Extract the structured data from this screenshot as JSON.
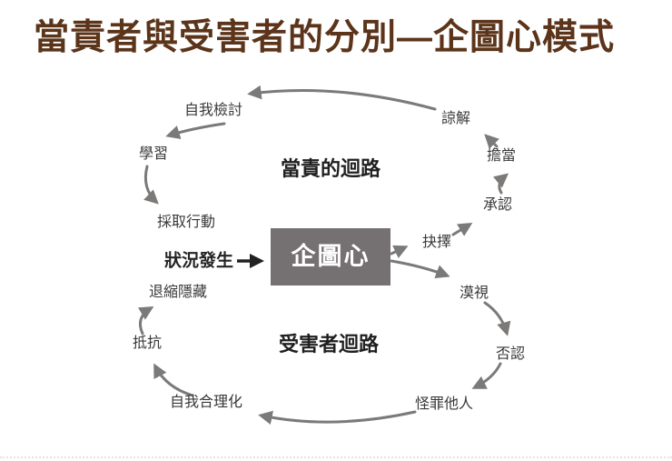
{
  "title": "當責者與受害者的分別—企圖心模式",
  "diagram": {
    "trigger": {
      "label": "狀況發生"
    },
    "center_box": {
      "label": "企圖心"
    },
    "accountable_loop": {
      "title": "當責的迴路",
      "nodes": {
        "choice": "抉擇",
        "admit": "承認",
        "ownership": "擔當",
        "forgiveness": "諒解",
        "self_review": "自我檢討",
        "learning": "學習",
        "take_action": "採取行動"
      },
      "sequence": [
        "企圖心",
        "抉擇",
        "承認",
        "擔當",
        "諒解",
        "自我檢討",
        "學習",
        "採取行動"
      ]
    },
    "victim_loop": {
      "title": "受害者迴路",
      "nodes": {
        "ignore": "漠視",
        "deny": "否認",
        "blame_others": "怪罪他人",
        "self_rationalize": "自我合理化",
        "resist": "抵抗",
        "withdraw_hide": "退縮隱藏"
      },
      "sequence": [
        "企圖心",
        "漠視",
        "否認",
        "怪罪他人",
        "自我合理化",
        "抵抗",
        "退縮隱藏"
      ]
    },
    "colors": {
      "title_text": "#5b341a",
      "box_fill": "#757172",
      "box_text": "#ffffff",
      "arrow": "#7c7a78",
      "trigger_arrow": "#222222"
    }
  }
}
